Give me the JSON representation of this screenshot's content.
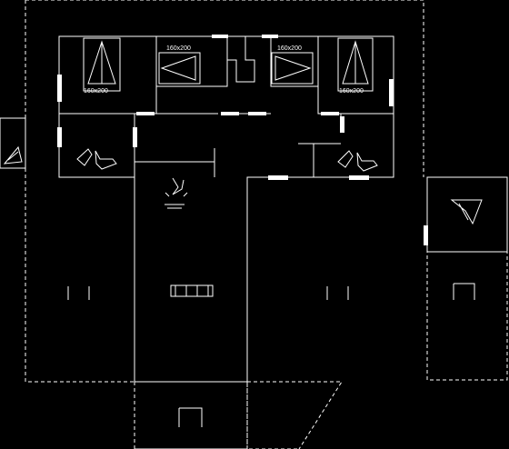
{
  "floor_plan": {
    "colors": {
      "background": "#000000",
      "lines": "#ffffff",
      "openings": "#ffffff"
    },
    "beds": [
      {
        "id": "bed-1",
        "label": "160x200"
      },
      {
        "id": "bed-2",
        "label": "160x200"
      },
      {
        "id": "bed-3",
        "label": "160x200"
      },
      {
        "id": "bed-4",
        "label": "160x200"
      }
    ],
    "symbols": [
      "fireplace-icon",
      "sofa-icon",
      "toilet-sink-icon",
      "shower-icon",
      "bench-icon",
      "door-swing-icon"
    ]
  }
}
